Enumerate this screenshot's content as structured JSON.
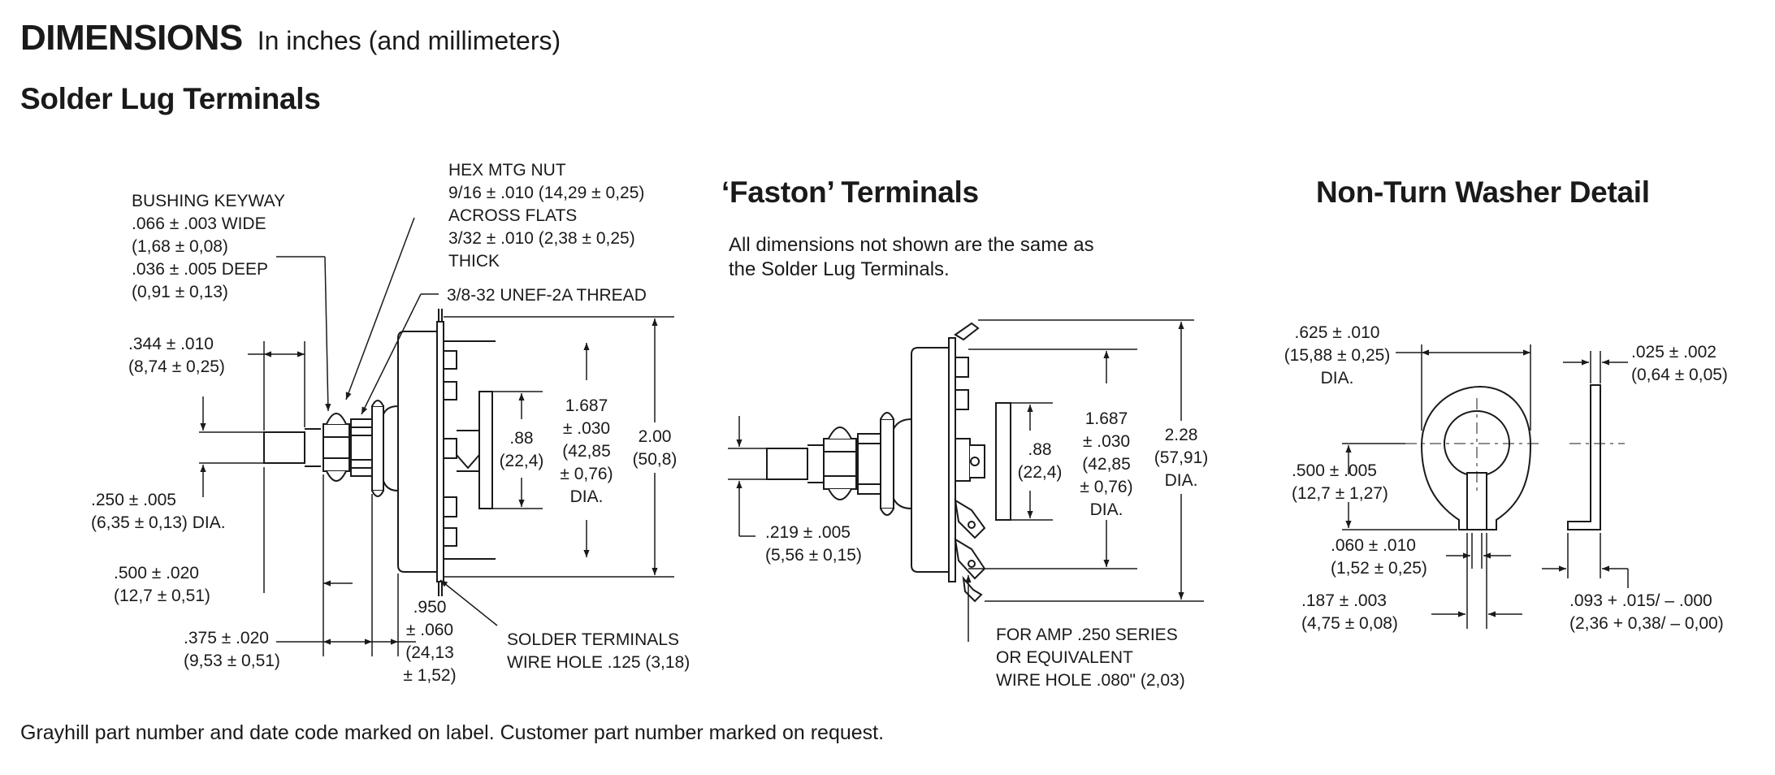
{
  "header": {
    "title": "DIMENSIONS",
    "subtitle": "In inches (and millimeters)"
  },
  "solder": {
    "title": "Solder Lug Terminals",
    "labels": [
      {
        "id": "keyway",
        "lines": [
          "BUSHING KEYWAY",
          ".066 ± .003 WIDE",
          "(1,68 ± 0,08)",
          ".036 ± .005 DEEP",
          "(0,91 ± 0,13)"
        ]
      },
      {
        "id": "hexnut",
        "lines": [
          "HEX MTG NUT",
          "9/16 ± .010 (14,29 ± 0,25)",
          "ACROSS FLATS",
          "3/32 ± .010 (2,38  ± 0,25)",
          "THICK"
        ]
      },
      {
        "id": "thread",
        "lines": [
          "3/8-32 UNEF-2A THREAD"
        ]
      },
      {
        "id": "d344",
        "lines": [
          ".344 ± .010",
          "(8,74 ± 0,25)"
        ]
      },
      {
        "id": "d250",
        "lines": [
          ".250 ± .005",
          "(6,35 ± 0,13) DIA."
        ]
      },
      {
        "id": "d500",
        "lines": [
          ".500 ± .020",
          "(12,7 ± 0,51)"
        ]
      },
      {
        "id": "d375",
        "lines": [
          ".375 ± .020",
          "(9,53 ± 0,51)"
        ]
      },
      {
        "id": "d950",
        "lines": [
          ".950",
          "± .060",
          "(24,13",
          "± 1,52)"
        ]
      },
      {
        "id": "d88",
        "lines": [
          ".88",
          "(22,4)"
        ]
      },
      {
        "id": "d1687",
        "lines": [
          "1.687",
          "± .030",
          "(42,85",
          "± 0,76)",
          "DIA."
        ]
      },
      {
        "id": "d200",
        "lines": [
          "2.00",
          "(50,8)"
        ]
      },
      {
        "id": "terminals",
        "lines": [
          "SOLDER TERMINALS",
          "WIRE HOLE .125 (3,18)"
        ]
      }
    ]
  },
  "faston": {
    "title": "‘Faston’ Terminals",
    "note": [
      "All dimensions not shown are the same as",
      "the Solder Lug Terminals."
    ],
    "labels": [
      {
        "id": "d219",
        "lines": [
          ".219 ± .005",
          "(5,56 ± 0,15)"
        ]
      },
      {
        "id": "d88",
        "lines": [
          ".88",
          "(22,4)"
        ]
      },
      {
        "id": "d1687",
        "lines": [
          "1.687",
          "± .030",
          "(42,85",
          "± 0,76)",
          "DIA."
        ]
      },
      {
        "id": "d228",
        "lines": [
          "2.28",
          "(57,91)",
          "DIA."
        ]
      },
      {
        "id": "amp",
        "lines": [
          "FOR AMP .250 SERIES",
          "OR EQUIVALENT",
          "WIRE HOLE .080\" (2,03)"
        ]
      }
    ]
  },
  "washer": {
    "title": "Non-Turn Washer Detail",
    "labels": [
      {
        "id": "d625",
        "lines": [
          ".625 ± .010",
          "(15,88 ± 0,25)",
          "DIA."
        ]
      },
      {
        "id": "d025",
        "lines": [
          ".025 ± .002",
          "(0,64 ± 0,05)"
        ]
      },
      {
        "id": "d500",
        "lines": [
          ".500 ± .005",
          "(12,7 ± 1,27)"
        ]
      },
      {
        "id": "d060",
        "lines": [
          ".060 ± .010",
          "(1,52 ± 0,25)"
        ]
      },
      {
        "id": "d187",
        "lines": [
          ".187 ± .003",
          "(4,75 ± 0,08)"
        ]
      },
      {
        "id": "d093",
        "lines": [
          ".093 + .015/ – .000",
          "(2,36 + 0,38/ – 0,00)"
        ]
      }
    ]
  },
  "footer": "Grayhill part number and date code marked on label. Customer part number marked on request."
}
